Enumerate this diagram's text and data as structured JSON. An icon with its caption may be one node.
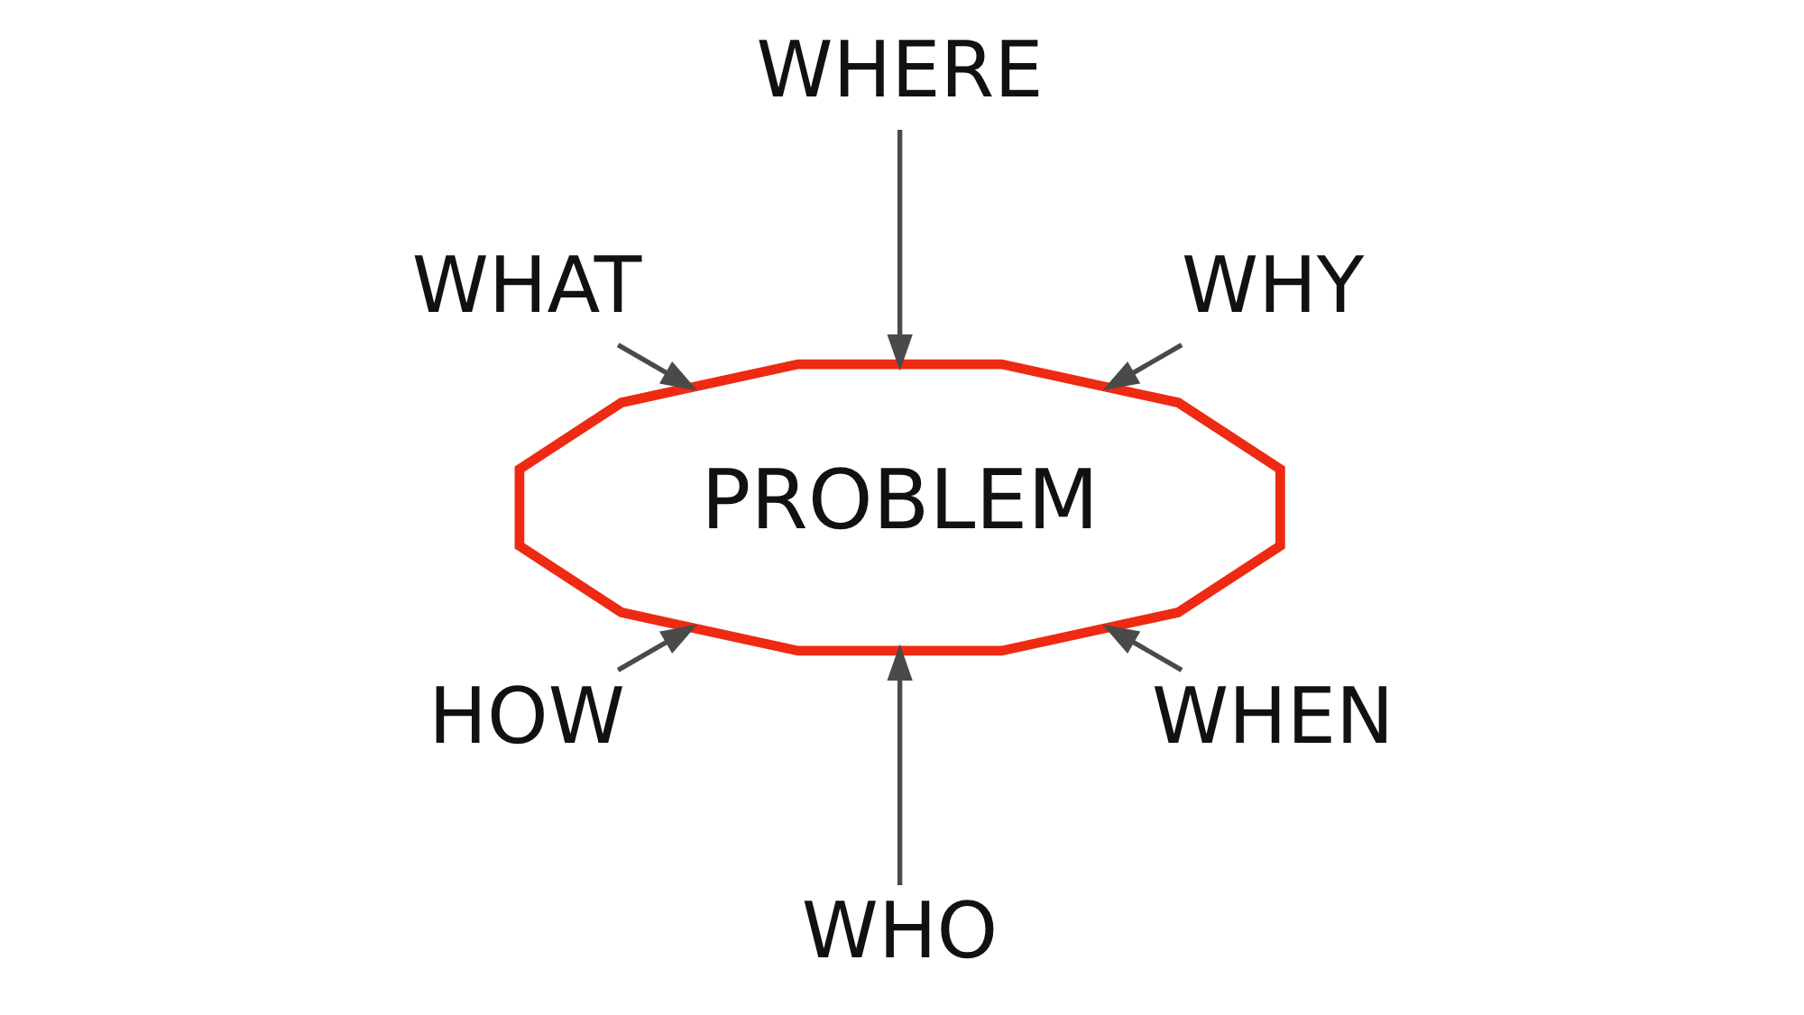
{
  "diagram": {
    "nodes": [
      {
        "text": [
          "WHAT"
        ]
      },
      {
        "text": [
          "WHERE"
        ]
      },
      {
        "text": [
          "WHY"
        ]
      },
      {
        "text": [
          "PROBLEM"
        ]
      },
      {
        "text": [
          "HOW"
        ]
      },
      {
        "text": [
          "WHO"
        ]
      },
      {
        "text": [
          "WHEN"
        ]
      }
    ],
    "edges": [
      {
        "from": 0,
        "to": 3,
        "arrow": "to"
      },
      {
        "from": 1,
        "to": 3,
        "arrow": "to"
      },
      {
        "from": 2,
        "to": 3,
        "arrow": "to"
      },
      {
        "from": 4,
        "to": 3,
        "arrow": "to"
      },
      {
        "from": 5,
        "to": 3,
        "arrow": "to"
      },
      {
        "from": 6,
        "to": 3,
        "arrow": "to"
      }
    ]
  }
}
